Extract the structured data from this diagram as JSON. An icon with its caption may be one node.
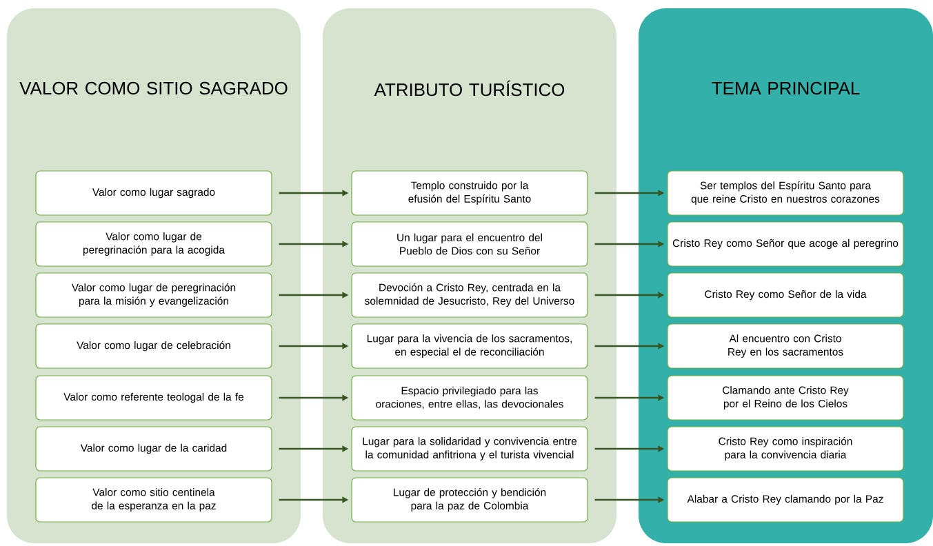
{
  "diagram": {
    "nodes": [
      {
        "text": [
          "VALOR COMO SITIO SAGRADO"
        ]
      },
      {
        "text": [
          "Valor como lugar sagrado"
        ],
        "in": 0
      },
      {
        "text": [
          "Valor como lugar de peregrinación para la acogida"
        ],
        "in": 0
      },
      {
        "text": [
          "Valor como lugar de peregrinación para la misión y evangelización"
        ],
        "in": 0
      },
      {
        "text": [
          "Valor como lugar de celebración"
        ],
        "in": 0
      },
      {
        "text": [
          "Valor como referente teologal de la fe"
        ],
        "in": 0
      },
      {
        "text": [
          "Valor como lugar de la caridad"
        ],
        "in": 0
      },
      {
        "text": [
          "Valor como sitio centinela de la esperanza en la paz"
        ],
        "in": 0
      },
      {
        "text": [
          "ATRIBUTO TURÍSTICO"
        ]
      },
      {
        "text": [
          "Templo construido por la efusión del Espíritu Santo"
        ],
        "in": 8
      },
      {
        "text": [
          "Un lugar para el encuentro del Pueblo de Dios con su Señor"
        ],
        "in": 8
      },
      {
        "text": [
          "Devoción a Cristo Rey, centrada en la solemnidad de Jesucristo, Rey del Universo"
        ],
        "in": 8
      },
      {
        "text": [
          "Lugar para la vivencia de los sacramentos, en especial el de reconciliación"
        ],
        "in": 8
      },
      {
        "text": [
          "Espacio privilegiado para las oraciones, entre ellas, las devocionales"
        ],
        "in": 8
      },
      {
        "text": [
          "Lugar para la solidaridad y convivencia entre la comunidad anfitriona y el turista vivencial"
        ],
        "in": 8
      },
      {
        "text": [
          "Lugar de protección y bendición para la paz de Colombia"
        ],
        "in": 8
      },
      {
        "text": [
          "TEMA PRINCIPAL"
        ]
      },
      {
        "text": [
          "Ser templos del Espíritu Santo para que reine Cristo en nuestros corazones"
        ],
        "in": 16
      },
      {
        "text": [
          "Cristo Rey como Señor que acoge al peregrino"
        ],
        "in": 16
      },
      {
        "text": [
          "Cristo Rey como Señor de la vida"
        ],
        "in": 16
      },
      {
        "text": [
          "Al encuentro con Cristo Rey en los sacramentos"
        ],
        "in": 16
      },
      {
        "text": [
          "Clamando ante Cristo Rey por el Reino de los Cielos"
        ],
        "in": 16
      },
      {
        "text": [
          "Cristo Rey como inspiración para la convivencia diaria"
        ],
        "in": 16
      },
      {
        "text": [
          "Alabar  a Cristo Rey clamando por la Paz"
        ],
        "in": 16
      }
    ],
    "edges": [
      {
        "from": 1,
        "to": 9,
        "arrow": "to"
      },
      {
        "from": 2,
        "to": 10,
        "arrow": "to"
      },
      {
        "from": 3,
        "to": 11,
        "arrow": "to"
      },
      {
        "from": 4,
        "to": 12,
        "arrow": "to"
      },
      {
        "from": 5,
        "to": 13,
        "arrow": "to"
      },
      {
        "from": 6,
        "to": 14,
        "arrow": "to"
      },
      {
        "from": 7,
        "to": 15,
        "arrow": "to"
      },
      {
        "from": 9,
        "to": 17,
        "arrow": "to"
      },
      {
        "from": 10,
        "to": 18,
        "arrow": "to"
      },
      {
        "from": 11,
        "to": 19,
        "arrow": "to"
      },
      {
        "from": 12,
        "to": 20,
        "arrow": "to"
      },
      {
        "from": 13,
        "to": 21,
        "arrow": "to"
      },
      {
        "from": 14,
        "to": 22,
        "arrow": "to"
      },
      {
        "from": 15,
        "to": 23,
        "arrow": "to"
      }
    ]
  }
}
